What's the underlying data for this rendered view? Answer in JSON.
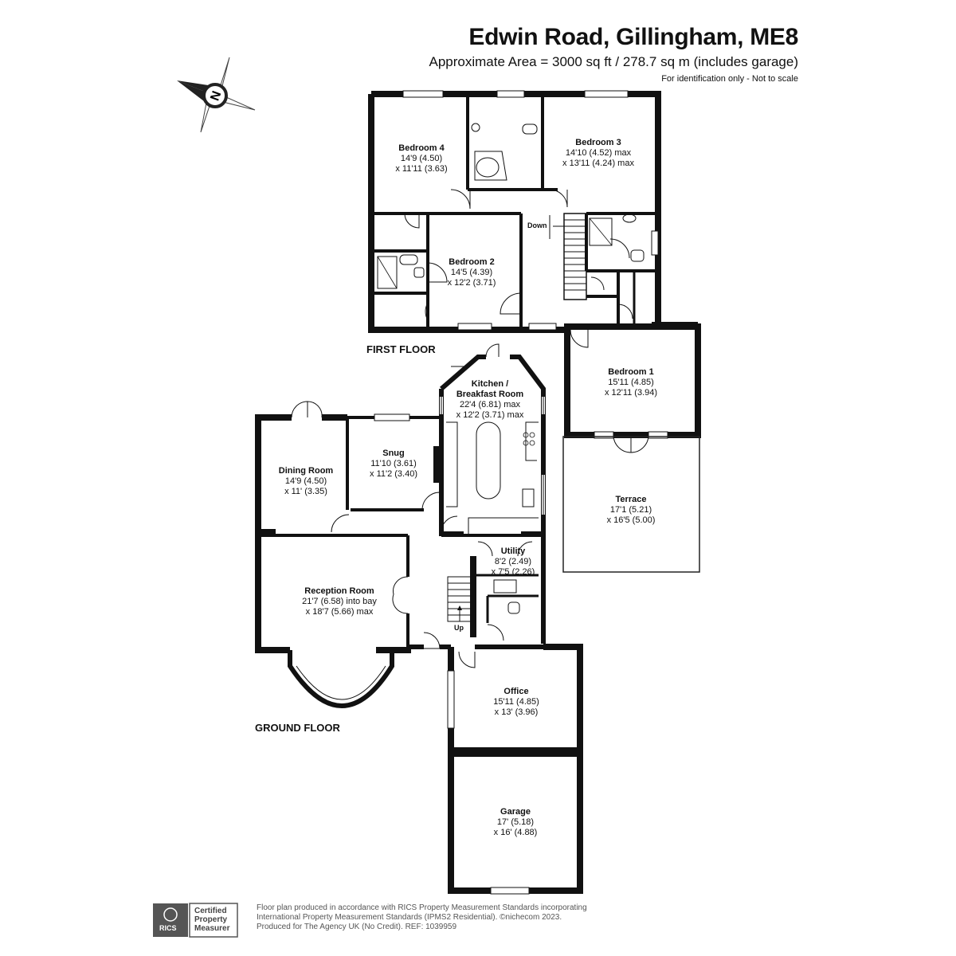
{
  "header": {
    "title": "Edwin Road, Gillingham, ME8",
    "area": "Approximate Area = 3000 sq ft / 278.7 sq m (includes garage)",
    "note": "For identification only - Not to scale"
  },
  "compass": {
    "letter": "N",
    "icon": "compass-rose-icon"
  },
  "floors": {
    "first": "FIRST FLOOR",
    "ground": "GROUND FLOOR"
  },
  "rooms": {
    "bedroom4": {
      "name": "Bedroom 4",
      "dim1": "14'9 (4.50)",
      "dim2": "x 11'11 (3.63)"
    },
    "bedroom3": {
      "name": "Bedroom 3",
      "dim1": "14'10 (4.52) max",
      "dim2": "x 13'11 (4.24) max"
    },
    "bedroom2": {
      "name": "Bedroom 2",
      "dim1": "14'5 (4.39)",
      "dim2": "x 12'2 (3.71)"
    },
    "bedroom1": {
      "name": "Bedroom 1",
      "dim1": "15'11 (4.85)",
      "dim2": "x 12'11 (3.94)"
    },
    "terrace": {
      "name": "Terrace",
      "dim1": "17'1 (5.21)",
      "dim2": "x 16'5 (5.00)"
    },
    "kitchen": {
      "name": "Kitchen /",
      "name2": "Breakfast Room",
      "dim1": "22'4 (6.81) max",
      "dim2": "x 12'2 (3.71) max"
    },
    "snug": {
      "name": "Snug",
      "dim1": "11'10 (3.61)",
      "dim2": "x 11'2 (3.40)"
    },
    "dining": {
      "name": "Dining Room",
      "dim1": "14'9 (4.50)",
      "dim2": "x 11' (3.35)"
    },
    "reception": {
      "name": "Reception Room",
      "dim1": "21'7 (6.58) into bay",
      "dim2": "x 18'7 (5.66) max"
    },
    "utility": {
      "name": "Utility",
      "dim1": "8'2 (2.49)",
      "dim2": "x 7'5 (2.26)"
    },
    "office": {
      "name": "Office",
      "dim1": "15'11 (4.85)",
      "dim2": "x 13' (3.96)"
    },
    "garage": {
      "name": "Garage",
      "dim1": "17' (5.18)",
      "dim2": "x 16' (4.88)"
    }
  },
  "stairs": {
    "down": "Down",
    "up": "Up"
  },
  "footer": {
    "line1": "Floor plan produced in accordance with RICS Property Measurement Standards incorporating",
    "line2": "International Property Measurement Standards (IPMS2 Residential).  ©nichecom 2023.",
    "line3": "Produced for The Agency UK (No Credit).   REF:  1039959"
  },
  "rics": {
    "word": "RICS",
    "line1": "Certified",
    "line2": "Property",
    "line3": "Measurer"
  }
}
